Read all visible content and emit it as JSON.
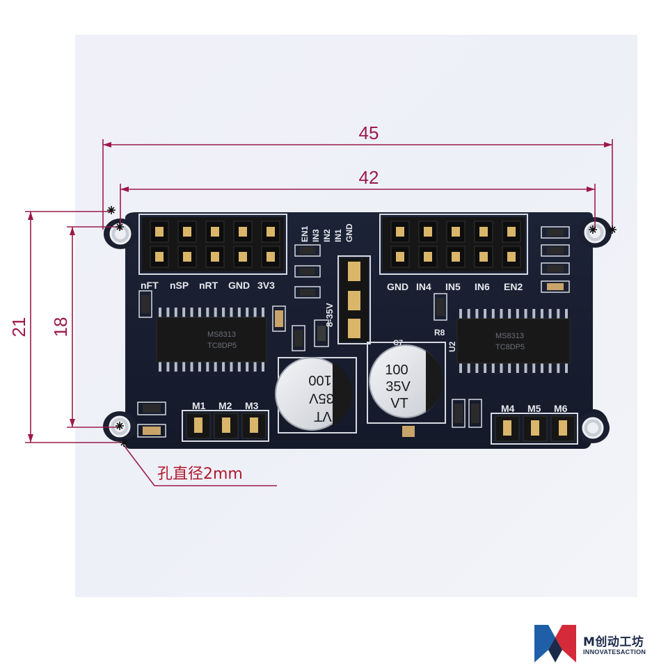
{
  "dimensions": {
    "overall_width": "45",
    "hole_spacing_width": "42",
    "overall_height": "21",
    "hole_spacing_height": "18"
  },
  "annotation": {
    "hole_diameter_note": "孔直径2mm"
  },
  "board_labels": {
    "left_header": [
      "nFT",
      "nSP",
      "nRT",
      "GND",
      "3V3"
    ],
    "right_header": [
      "GND",
      "IN4",
      "IN5",
      "IN6",
      "EN2"
    ],
    "vertical_pins": [
      "EN1",
      "IN3",
      "IN2",
      "IN1",
      "GND"
    ],
    "voltage_header": "8-35V",
    "motor_left": [
      "M1",
      "M2",
      "M3"
    ],
    "motor_right": [
      "M4",
      "M5",
      "M6"
    ],
    "resistor": "R8",
    "regulator": "U2",
    "cap_ref": "C7"
  },
  "chips": {
    "part_number": "MS8313",
    "package_code": "TC8DP5"
  },
  "capacitors": {
    "left": [
      "VT",
      "35V",
      "100"
    ],
    "right": [
      "100",
      "35V",
      "VT"
    ]
  },
  "logo": {
    "name": "M创动工坊",
    "tagline": "INNOVATESACTION",
    "colors": {
      "red": "#d42a3a",
      "blue": "#1f5fa8",
      "dark": "#1c2a4a"
    }
  }
}
